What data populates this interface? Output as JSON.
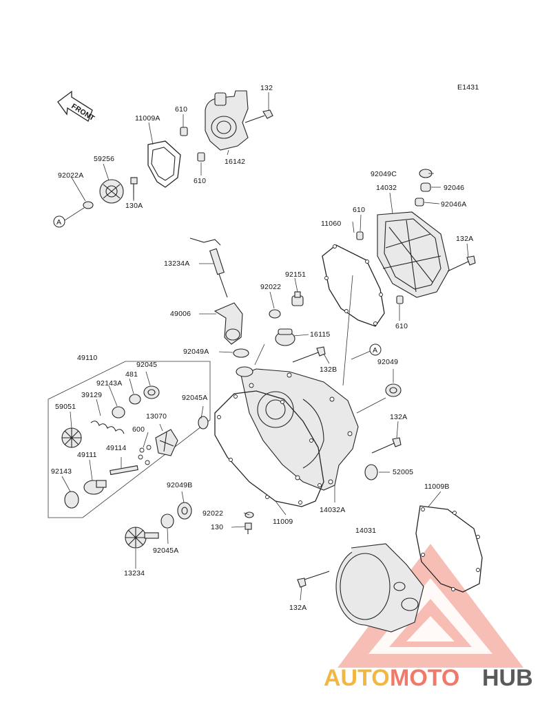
{
  "diagram_code": "E1431",
  "front_label": "FRONT",
  "ref_marker": "A",
  "watermark": {
    "auto": "AUTO",
    "moto": "MOTO",
    "hub": "HUB",
    "color_auto": "#f0b840",
    "color_moto": "#f07a6a",
    "color_hub": "#5a5a5a"
  },
  "labels": [
    {
      "id": "132",
      "text": "132"
    },
    {
      "id": "11009A",
      "text": "11009A"
    },
    {
      "id": "610a",
      "text": "610"
    },
    {
      "id": "16142",
      "text": "16142"
    },
    {
      "id": "610b",
      "text": "610"
    },
    {
      "id": "59256",
      "text": "59256"
    },
    {
      "id": "92022A",
      "text": "92022A"
    },
    {
      "id": "130A",
      "text": "130A"
    },
    {
      "id": "92049C",
      "text": "92049C"
    },
    {
      "id": "14032",
      "text": "14032"
    },
    {
      "id": "92046",
      "text": "92046"
    },
    {
      "id": "92046A",
      "text": "92046A"
    },
    {
      "id": "610c",
      "text": "610"
    },
    {
      "id": "11060",
      "text": "11060"
    },
    {
      "id": "132A_top",
      "text": "132A"
    },
    {
      "id": "13234A",
      "text": "13234A"
    },
    {
      "id": "92151",
      "text": "92151"
    },
    {
      "id": "92022_top",
      "text": "92022"
    },
    {
      "id": "49006",
      "text": "49006"
    },
    {
      "id": "610d",
      "text": "610"
    },
    {
      "id": "16115",
      "text": "16115"
    },
    {
      "id": "92049A",
      "text": "92049A"
    },
    {
      "id": "132B",
      "text": "132B"
    },
    {
      "id": "92049",
      "text": "92049"
    },
    {
      "id": "49110",
      "text": "49110"
    },
    {
      "id": "92045",
      "text": "92045"
    },
    {
      "id": "481",
      "text": "481"
    },
    {
      "id": "92143A",
      "text": "92143A"
    },
    {
      "id": "39129",
      "text": "39129"
    },
    {
      "id": "92045A_top",
      "text": "92045A"
    },
    {
      "id": "59051",
      "text": "59051"
    },
    {
      "id": "13070",
      "text": "13070"
    },
    {
      "id": "600",
      "text": "600"
    },
    {
      "id": "132A_mid",
      "text": "132A"
    },
    {
      "id": "49114",
      "text": "49114"
    },
    {
      "id": "49111",
      "text": "49111"
    },
    {
      "id": "52005",
      "text": "52005"
    },
    {
      "id": "92143",
      "text": "92143"
    },
    {
      "id": "92049B",
      "text": "92049B"
    },
    {
      "id": "11009B",
      "text": "11009B"
    },
    {
      "id": "92022_bot",
      "text": "92022"
    },
    {
      "id": "11009",
      "text": "11009"
    },
    {
      "id": "14032A",
      "text": "14032A"
    },
    {
      "id": "130",
      "text": "130"
    },
    {
      "id": "14031",
      "text": "14031"
    },
    {
      "id": "92045A_bot",
      "text": "92045A"
    },
    {
      "id": "13234",
      "text": "13234"
    },
    {
      "id": "132A_bot",
      "text": "132A"
    }
  ]
}
